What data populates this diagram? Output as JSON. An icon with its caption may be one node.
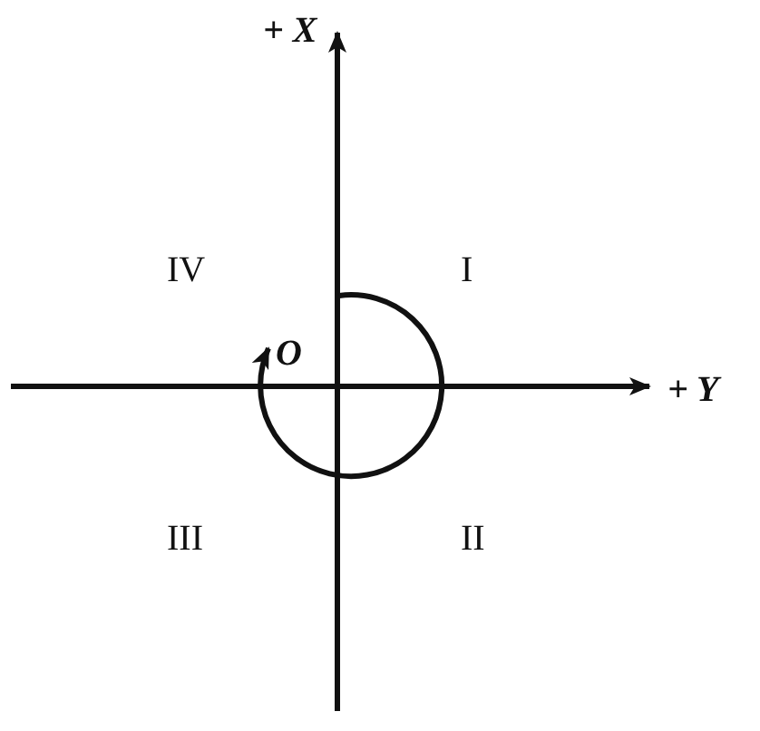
{
  "diagram": {
    "labels": [
      "+ X",
      "IV",
      "I",
      "O",
      "+ Y",
      "III",
      "II"
    ]
  }
}
